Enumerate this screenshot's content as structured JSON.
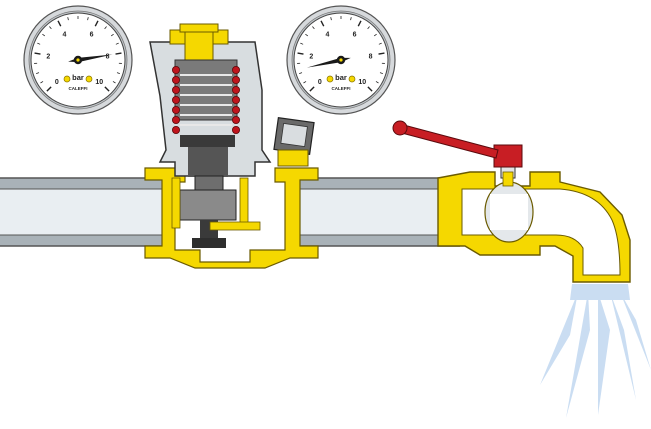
{
  "colors": {
    "brass": "#f5d800",
    "brass_edge": "#8a7400",
    "pipe_fill": "#eef3f7",
    "pipe_wall": "#9aa4ab",
    "pipe_wall_dark": "#5b646b",
    "body_grey": "#6f6f6f",
    "body_dark": "#2e2e2e",
    "spring_red": "#c0141c",
    "handle_red": "#c81e24",
    "spray": "#c8dcf2"
  },
  "gauges": [
    {
      "name": "upstream-gauge",
      "unit": "bar",
      "brand": "CALEFFI",
      "scale": {
        "min": 0,
        "max": 10,
        "labels": [
          "0",
          "2",
          "4",
          "6",
          "8",
          "10"
        ]
      },
      "reading": 8
    },
    {
      "name": "downstream-gauge",
      "unit": "bar",
      "brand": "CALEFFI",
      "scale": {
        "min": 0,
        "max": 10,
        "labels": [
          "0",
          "2",
          "4",
          "6",
          "8",
          "10"
        ]
      },
      "reading": 1.2
    }
  ],
  "valve": {
    "state": "open"
  },
  "icons": [
    "pressure-gauge-icon",
    "pressure-reducing-valve-icon",
    "ball-valve-icon",
    "water-spray-icon"
  ]
}
